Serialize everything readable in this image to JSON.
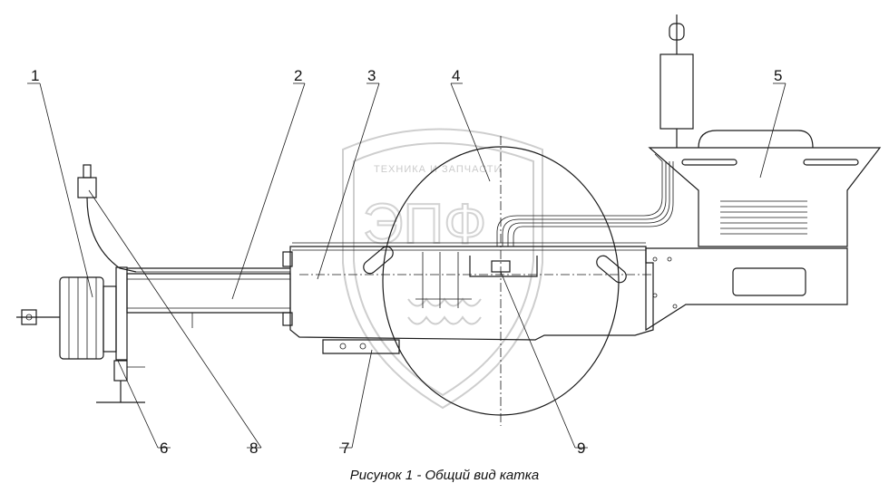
{
  "watermark": {
    "text": "ТЕХНИКА И ЗАПЧАСТИ",
    "logo_letters": "ЭПФ"
  },
  "callouts": [
    {
      "id": "callout-1",
      "label": "1"
    },
    {
      "id": "callout-2",
      "label": "2"
    },
    {
      "id": "callout-3",
      "label": "3"
    },
    {
      "id": "callout-4",
      "label": "4"
    },
    {
      "id": "callout-5",
      "label": "5"
    },
    {
      "id": "callout-6",
      "label": "6"
    },
    {
      "id": "callout-7",
      "label": "7"
    },
    {
      "id": "callout-8",
      "label": "8"
    },
    {
      "id": "callout-9",
      "label": "9"
    }
  ],
  "caption": "Рисунок 1 - Общий вид катка"
}
